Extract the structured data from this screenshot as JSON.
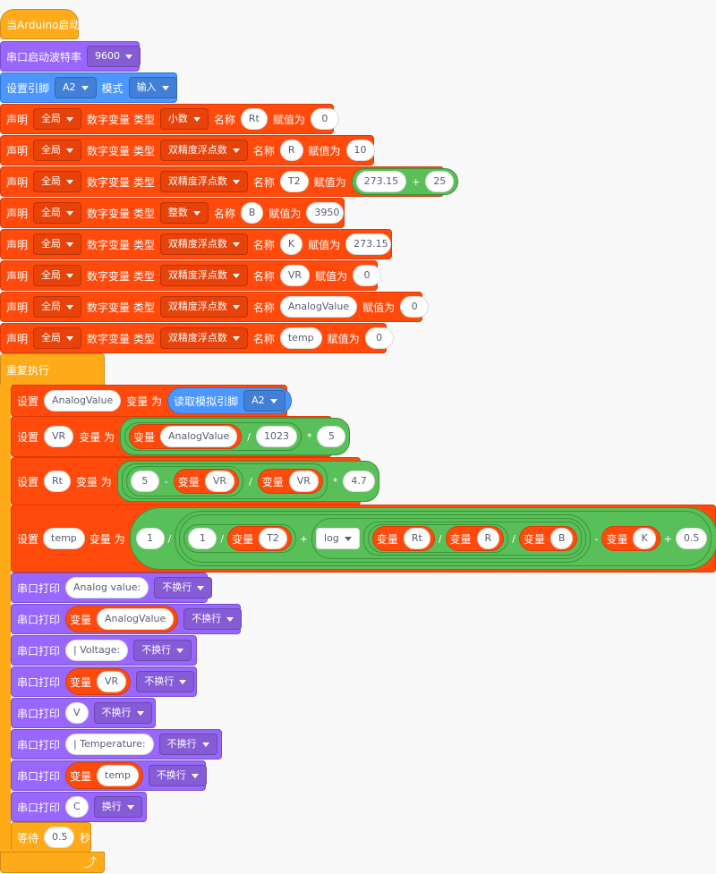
{
  "hat_label": "当Arduino启动",
  "serial_begin": {
    "label": "串口启动波特率",
    "baud": "9600"
  },
  "pin_mode": {
    "label": "设置引脚",
    "pin": "A2",
    "mode_label": "模式",
    "mode": "输入"
  },
  "declare": {
    "label": "声明",
    "scope": "全局",
    "type_label": "数字变量 类型",
    "name_label": "名称",
    "assign_label": "赋值为",
    "rows": [
      {
        "type": "小数",
        "name": "Rt",
        "value": "0"
      },
      {
        "type": "双精度浮点数",
        "name": "R",
        "value": "10"
      },
      {
        "type": "双精度浮点数",
        "name": "T2",
        "value_a": "273.15",
        "op": "+",
        "value_b": "25"
      },
      {
        "type": "整数",
        "name": "B",
        "value": "3950"
      },
      {
        "type": "双精度浮点数",
        "name": "K",
        "value": "273.15"
      },
      {
        "type": "双精度浮点数",
        "name": "VR",
        "value": "0"
      },
      {
        "type": "双精度浮点数",
        "name": "AnalogValue",
        "value": "0"
      },
      {
        "type": "双精度浮点数",
        "name": "temp",
        "value": "0"
      }
    ]
  },
  "loop_label": "重复执行",
  "set": {
    "label": "设置",
    "var_label": "变量 为",
    "variable": "变量"
  },
  "set1": {
    "name": "AnalogValue",
    "read_label": "读取模拟引脚",
    "pin": "A2"
  },
  "set2": {
    "name": "VR",
    "var": "AnalogValue",
    "div": "/",
    "n1": "1023",
    "mul": "*",
    "n2": "5"
  },
  "set3": {
    "name": "Rt",
    "n1": "5",
    "minus": "-",
    "v1": "VR",
    "div": "/",
    "v2": "VR",
    "mul": "*",
    "n2": "4.7"
  },
  "set4": {
    "name": "temp",
    "one_a": "1",
    "div": "/",
    "one_b": "1",
    "v_t2": "T2",
    "plus": "+",
    "log": "log",
    "v_rt": "Rt",
    "v_r": "R",
    "v_b": "B",
    "minus": "-",
    "v_k": "K",
    "half": "0.5"
  },
  "print_label": "串口打印",
  "no_newline": "不换行",
  "newline": "换行",
  "prints": [
    {
      "kind": "text",
      "text": "Analog value:",
      "nl": "不换行"
    },
    {
      "kind": "var",
      "text": "AnalogValue",
      "nl": "不换行"
    },
    {
      "kind": "text",
      "text": "| Voltage:",
      "nl": "不换行"
    },
    {
      "kind": "var",
      "text": "VR",
      "nl": "不换行"
    },
    {
      "kind": "text",
      "text": "V",
      "nl": "不换行"
    },
    {
      "kind": "text",
      "text": "| Temperature:",
      "nl": "不换行"
    },
    {
      "kind": "var",
      "text": "temp",
      "nl": "不换行"
    },
    {
      "kind": "text",
      "text": "C",
      "nl": "换行"
    }
  ],
  "wait": {
    "label": "等待",
    "value": "0.5",
    "unit": "秒"
  },
  "colors": {
    "events": "#ffab19",
    "serial": "#9966ff",
    "pins": "#4c97ff",
    "variables": "#ff4a0c",
    "operators": "#59c059"
  },
  "icons": {
    "loop_end": "rotate-arrow-icon",
    "dropdown": "caret-down-icon"
  }
}
